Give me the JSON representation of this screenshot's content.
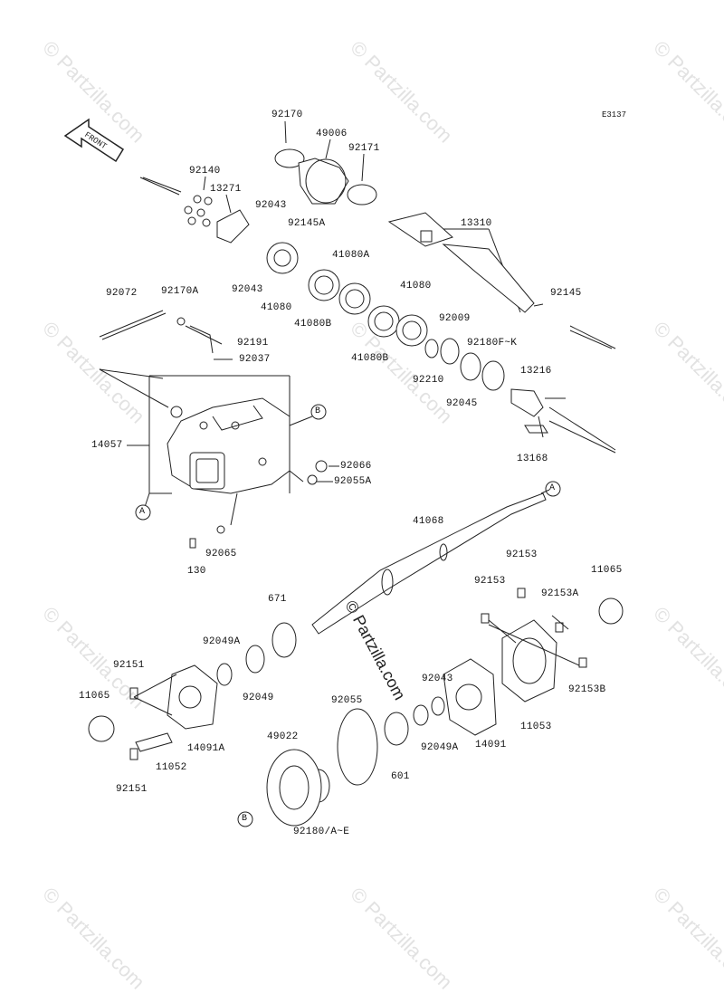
{
  "diagram": {
    "code": "E3137",
    "front_label": "FRONT",
    "watermark": "© Partzilla.com",
    "ref_marks": [
      "A",
      "B"
    ]
  },
  "parts": {
    "p92170": "92170",
    "p49006": "49006",
    "p92171": "92171",
    "p92140": "92140",
    "p13271": "13271",
    "p92043a": "92043",
    "p92145A": "92145A",
    "p13310": "13310",
    "p41080A": "41080A",
    "p92043b": "92043",
    "p41080a": "41080",
    "p41080B": "41080B",
    "p41080b": "41080",
    "p92145": "92145",
    "p92072": "92072",
    "p92170A": "92170A",
    "p92009": "92009",
    "p41080Bb": "41080B",
    "p92180FK": "92180F~K",
    "p92191": "92191",
    "p92037": "92037",
    "p13216": "13216",
    "p92210": "92210",
    "p92045": "92045",
    "p14057": "14057",
    "p13168": "13168",
    "p92066": "92066",
    "p92055A": "92055A",
    "p41068": "41068",
    "p92065": "92065",
    "p130": "130",
    "p92153a": "92153",
    "p11065a": "11065",
    "p92153b": "92153",
    "p671": "671",
    "p92153A": "92153A",
    "p92049A": "92049A",
    "p92151a": "92151",
    "p11065b": "11065",
    "p92049": "92049",
    "p92043c": "92043",
    "p92153B": "92153B",
    "p92055": "92055",
    "p14091A": "14091A",
    "p11052": "11052",
    "p11053": "11053",
    "p92049Ab": "92049A",
    "p14091": "14091",
    "p49022": "49022",
    "p601": "601",
    "p92151b": "92151",
    "p92180AE": "92180/A~E"
  }
}
